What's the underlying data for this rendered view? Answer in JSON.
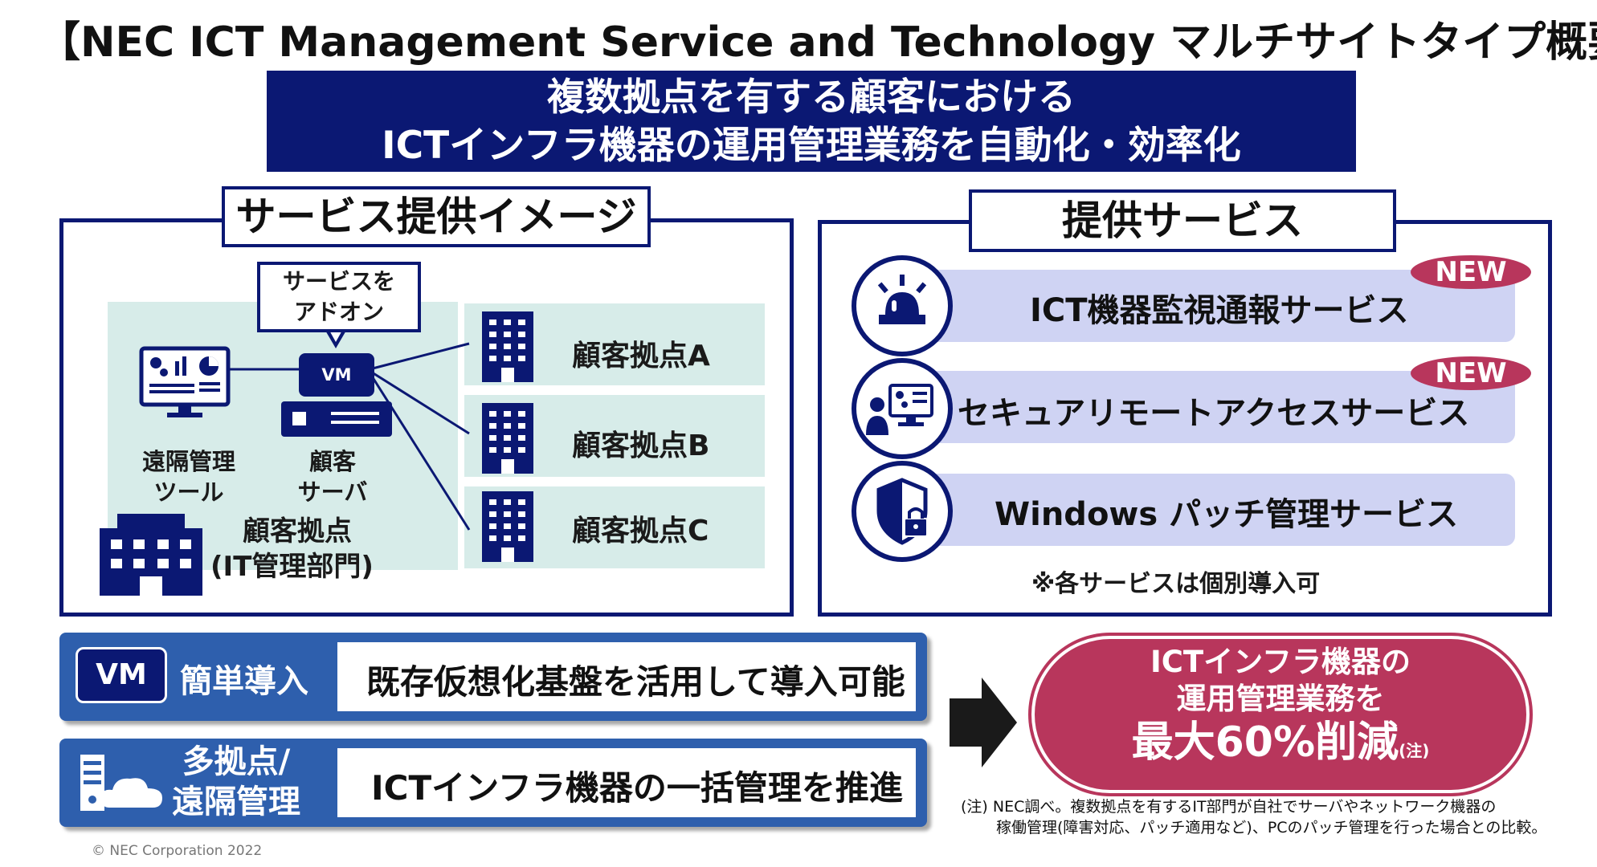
{
  "title": "【NEC ICT Management Service and Technology マルチサイトタイプ概要】",
  "banner": {
    "line1": "複数拠点を有する顧客における",
    "line2": "ICTインフラ機器の運用管理業務を自動化・効率化"
  },
  "left_panel": {
    "title": "サービス提供イメージ",
    "addon_line1": "サービスを",
    "addon_line2": "アドオン",
    "vm_label": "VM",
    "remote_tool_line1": "遠隔管理",
    "remote_tool_line2": "ツール",
    "customer_server_line1": "顧客",
    "customer_server_line2": "サーバ",
    "it_dept_line1": "顧客拠点",
    "it_dept_line2": "(IT管理部門)",
    "sites": [
      "顧客拠点A",
      "顧客拠点B",
      "顧客拠点C"
    ]
  },
  "right_panel": {
    "title": "提供サービス",
    "services": [
      {
        "label": "ICT機器監視通報サービス",
        "badge": "NEW",
        "icon": "alarm-light-icon"
      },
      {
        "label": "セキュアリモートアクセスサービス",
        "badge": "NEW",
        "icon": "remote-operator-icon"
      },
      {
        "label": "Windows パッチ管理サービス",
        "badge": "",
        "icon": "shield-lock-icon"
      }
    ],
    "note": "※各サービスは個別導入可"
  },
  "features": [
    {
      "tag_badge": "VM",
      "tag": "簡単導入",
      "text": "既存仮想化基盤を活用して導入可能"
    },
    {
      "tag_line1": "多拠点/",
      "tag_line2": "遠隔管理",
      "text": "ICTインフラ機器の一括管理を推進"
    }
  ],
  "result": {
    "line1": "ICTインフラ機器の",
    "line2": "運用管理業務を",
    "line3": "最大60%削減",
    "note_mark": "(注)"
  },
  "footnote": {
    "line1": "(注) NEC調べ。複数拠点を有するIT部門が自社でサーバやネットワーク機器の",
    "line2": "稼働管理(障害対応、パッチ適用など)、PCのパッチ管理を行った場合との比較。"
  },
  "copyright": "© NEC Corporation 2022",
  "colors": {
    "navy": "#0b1873",
    "teal": "#d7ece9",
    "lavender": "#cfd3f3",
    "accent": "#b8365c",
    "feature_blue": "#2e5fad"
  }
}
